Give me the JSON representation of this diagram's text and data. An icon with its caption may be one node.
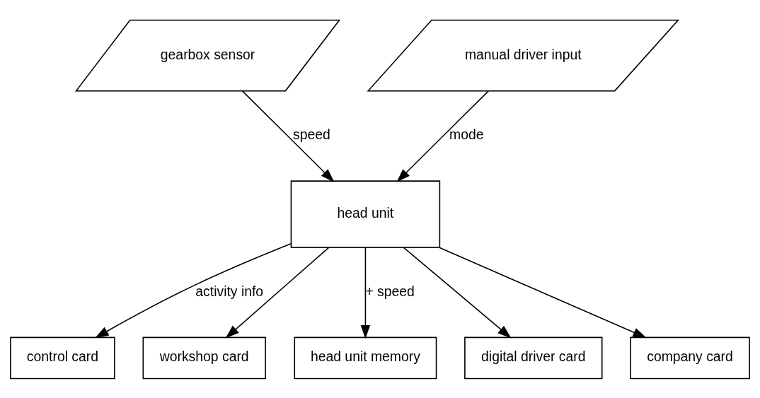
{
  "diagram": {
    "nodes": [
      {
        "text": [
          "head unit"
        ]
      },
      {
        "text": [
          "gearbox sensor"
        ]
      },
      {
        "text": [
          "manual driver input"
        ]
      },
      {
        "text": [
          "control card"
        ]
      },
      {
        "text": [
          "workshop card"
        ]
      },
      {
        "text": [
          "head unit memory"
        ]
      },
      {
        "text": [
          "digital driver card"
        ]
      },
      {
        "text": [
          "company card"
        ]
      }
    ],
    "edges": [
      {
        "from": 1,
        "to": 0,
        "arrow": "to",
        "label": "speed"
      },
      {
        "from": 2,
        "to": 0,
        "arrow": "to",
        "label": "mode"
      },
      {
        "from": 0,
        "to": 3,
        "arrow": "to",
        "label": "activity info"
      },
      {
        "from": 0,
        "to": 4,
        "arrow": "to"
      },
      {
        "from": 0,
        "to": 5,
        "arrow": "to",
        "label": "+ speed"
      },
      {
        "from": 0,
        "to": 6,
        "arrow": "to"
      },
      {
        "from": 0,
        "to": 7,
        "arrow": "to"
      }
    ]
  }
}
